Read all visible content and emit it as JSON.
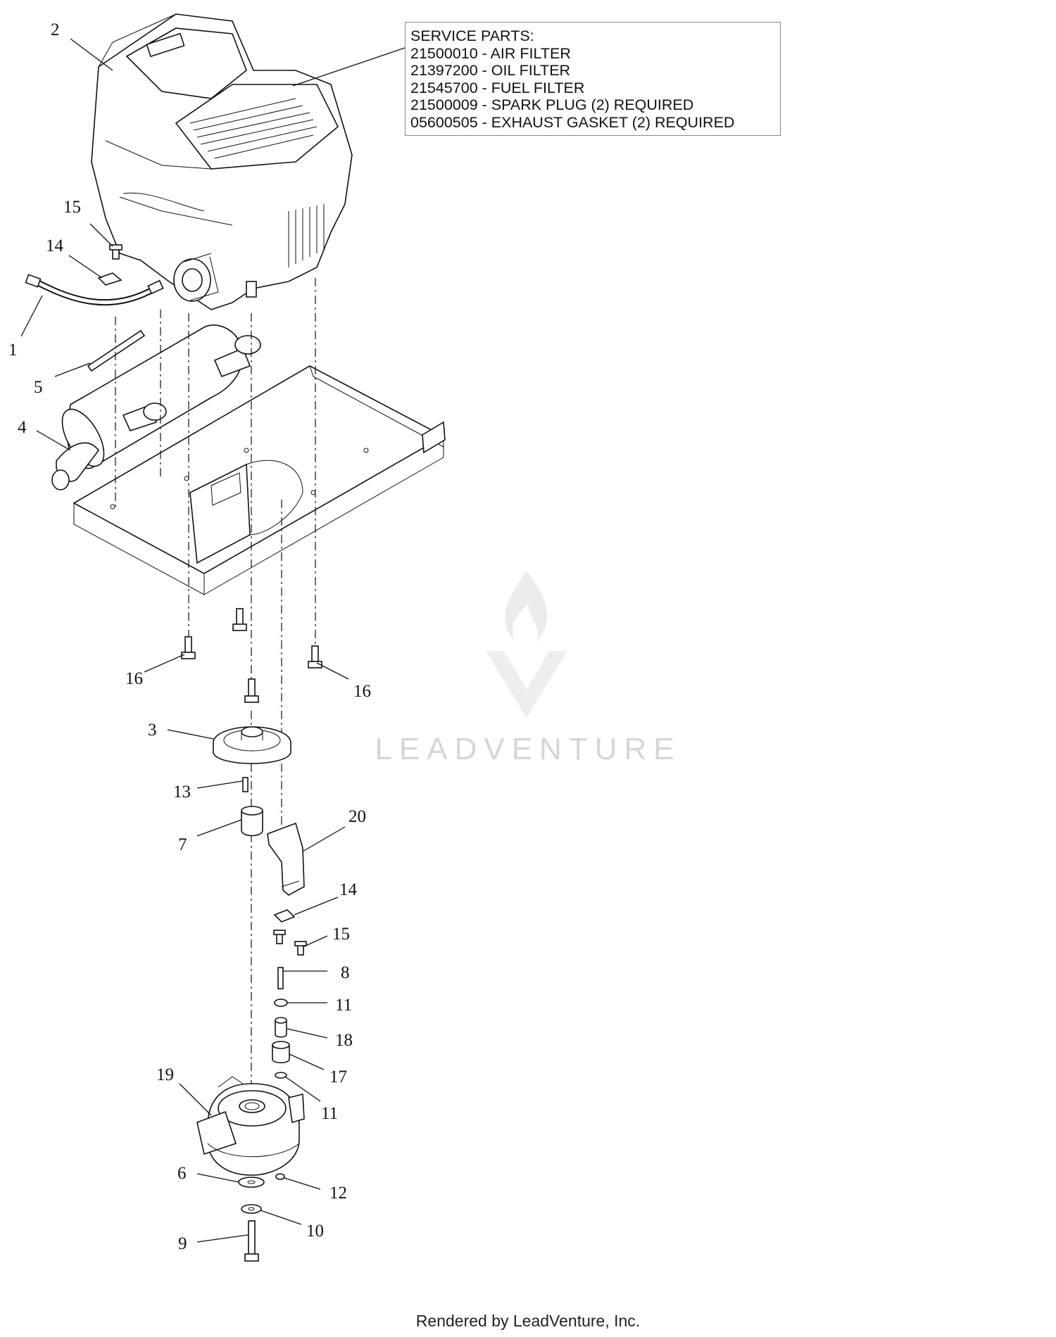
{
  "service_parts": {
    "title": "SERVICE PARTS:",
    "items": [
      "21500010 - AIR FILTER",
      "21397200 - OIL FILTER",
      "21545700 - FUEL FILTER",
      "21500009 - SPARK PLUG (2) REQUIRED",
      "05600505 - EXHAUST GASKET (2) REQUIRED"
    ]
  },
  "callouts": {
    "c1": "1",
    "c2": "2",
    "c3": "3",
    "c4": "4",
    "c5": "5",
    "c6": "6",
    "c7": "7",
    "c8": "8",
    "c9": "9",
    "c10": "10",
    "c11a": "11",
    "c11b": "11",
    "c12": "12",
    "c13": "13",
    "c14a": "14",
    "c14b": "14",
    "c15a": "15",
    "c15b": "15",
    "c16a": "16",
    "c16b": "16",
    "c17": "17",
    "c18": "18",
    "c19": "19",
    "c20": "20"
  },
  "watermark": {
    "brand": "LEADVENTURE"
  },
  "footer": {
    "text": "Rendered by LeadVenture, Inc."
  },
  "icons": {
    "watermark_logo": "flame-v-logo-icon"
  }
}
